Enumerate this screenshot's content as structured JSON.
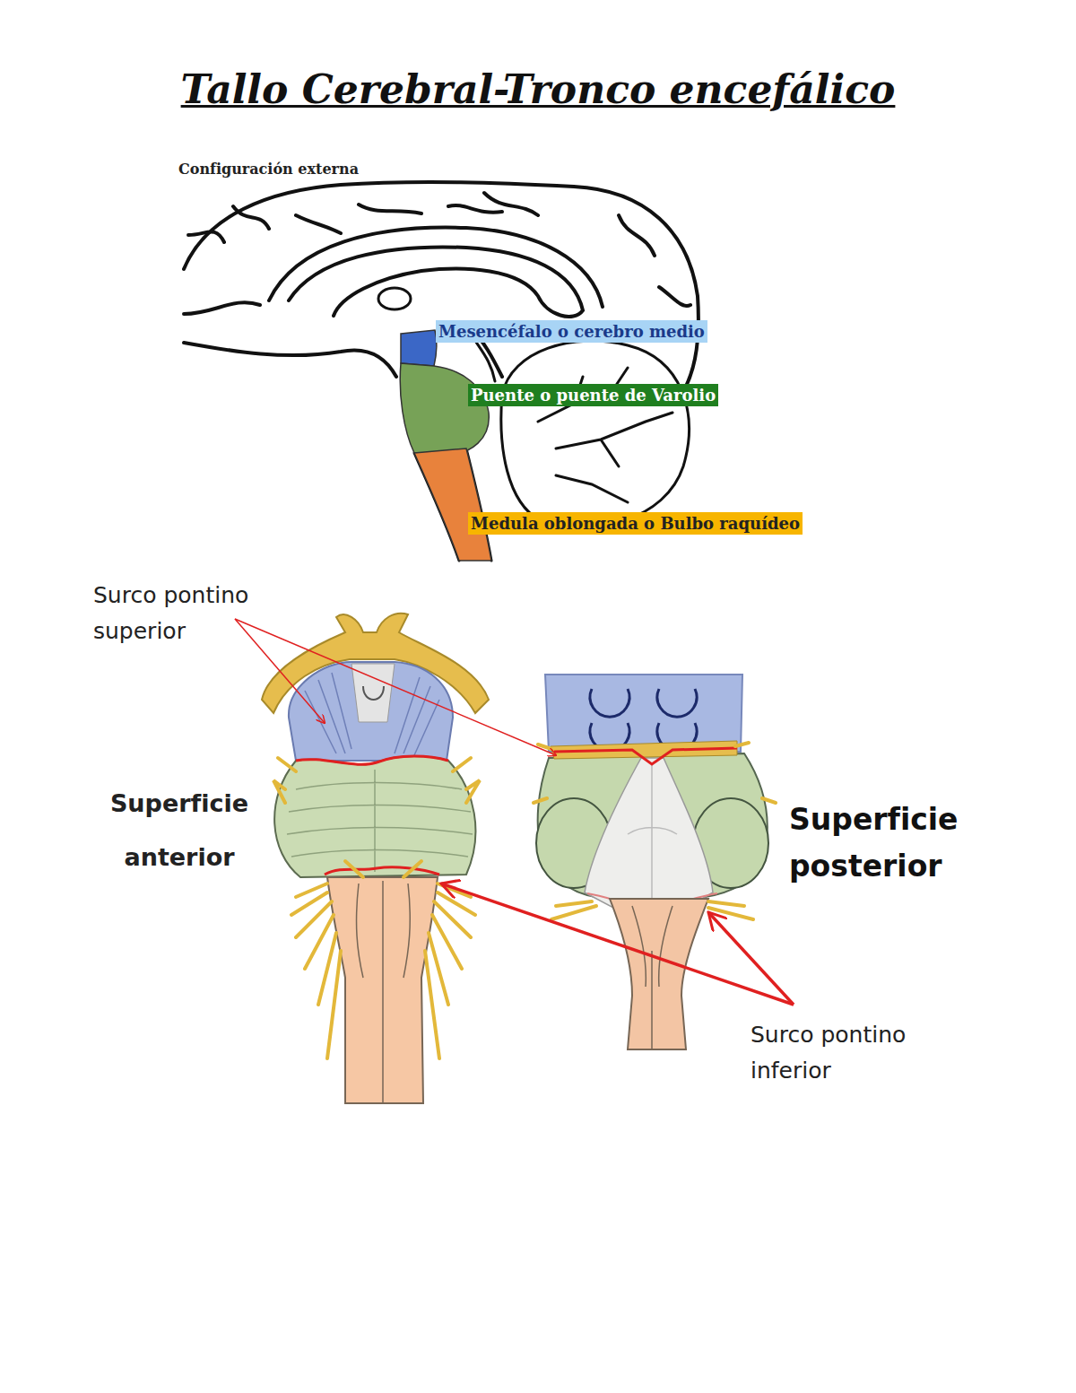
{
  "diagram": {
    "title": "Tallo Cerebral-Tronco encefálico",
    "nodes": [
      {
        "text": [
          "Mesencéfalo o cerebro medio"
        ]
      },
      {
        "text": [
          "Puente o puente de Varolio"
        ]
      },
      {
        "text": [
          "Medula oblongada o Bulbo raquídeo"
        ]
      }
    ],
    "labels": [
      "Configuración externa",
      "Surco pontino superior",
      "Superficie anterior",
      "Superficie posterior",
      "Surco pontino inferior"
    ]
  }
}
